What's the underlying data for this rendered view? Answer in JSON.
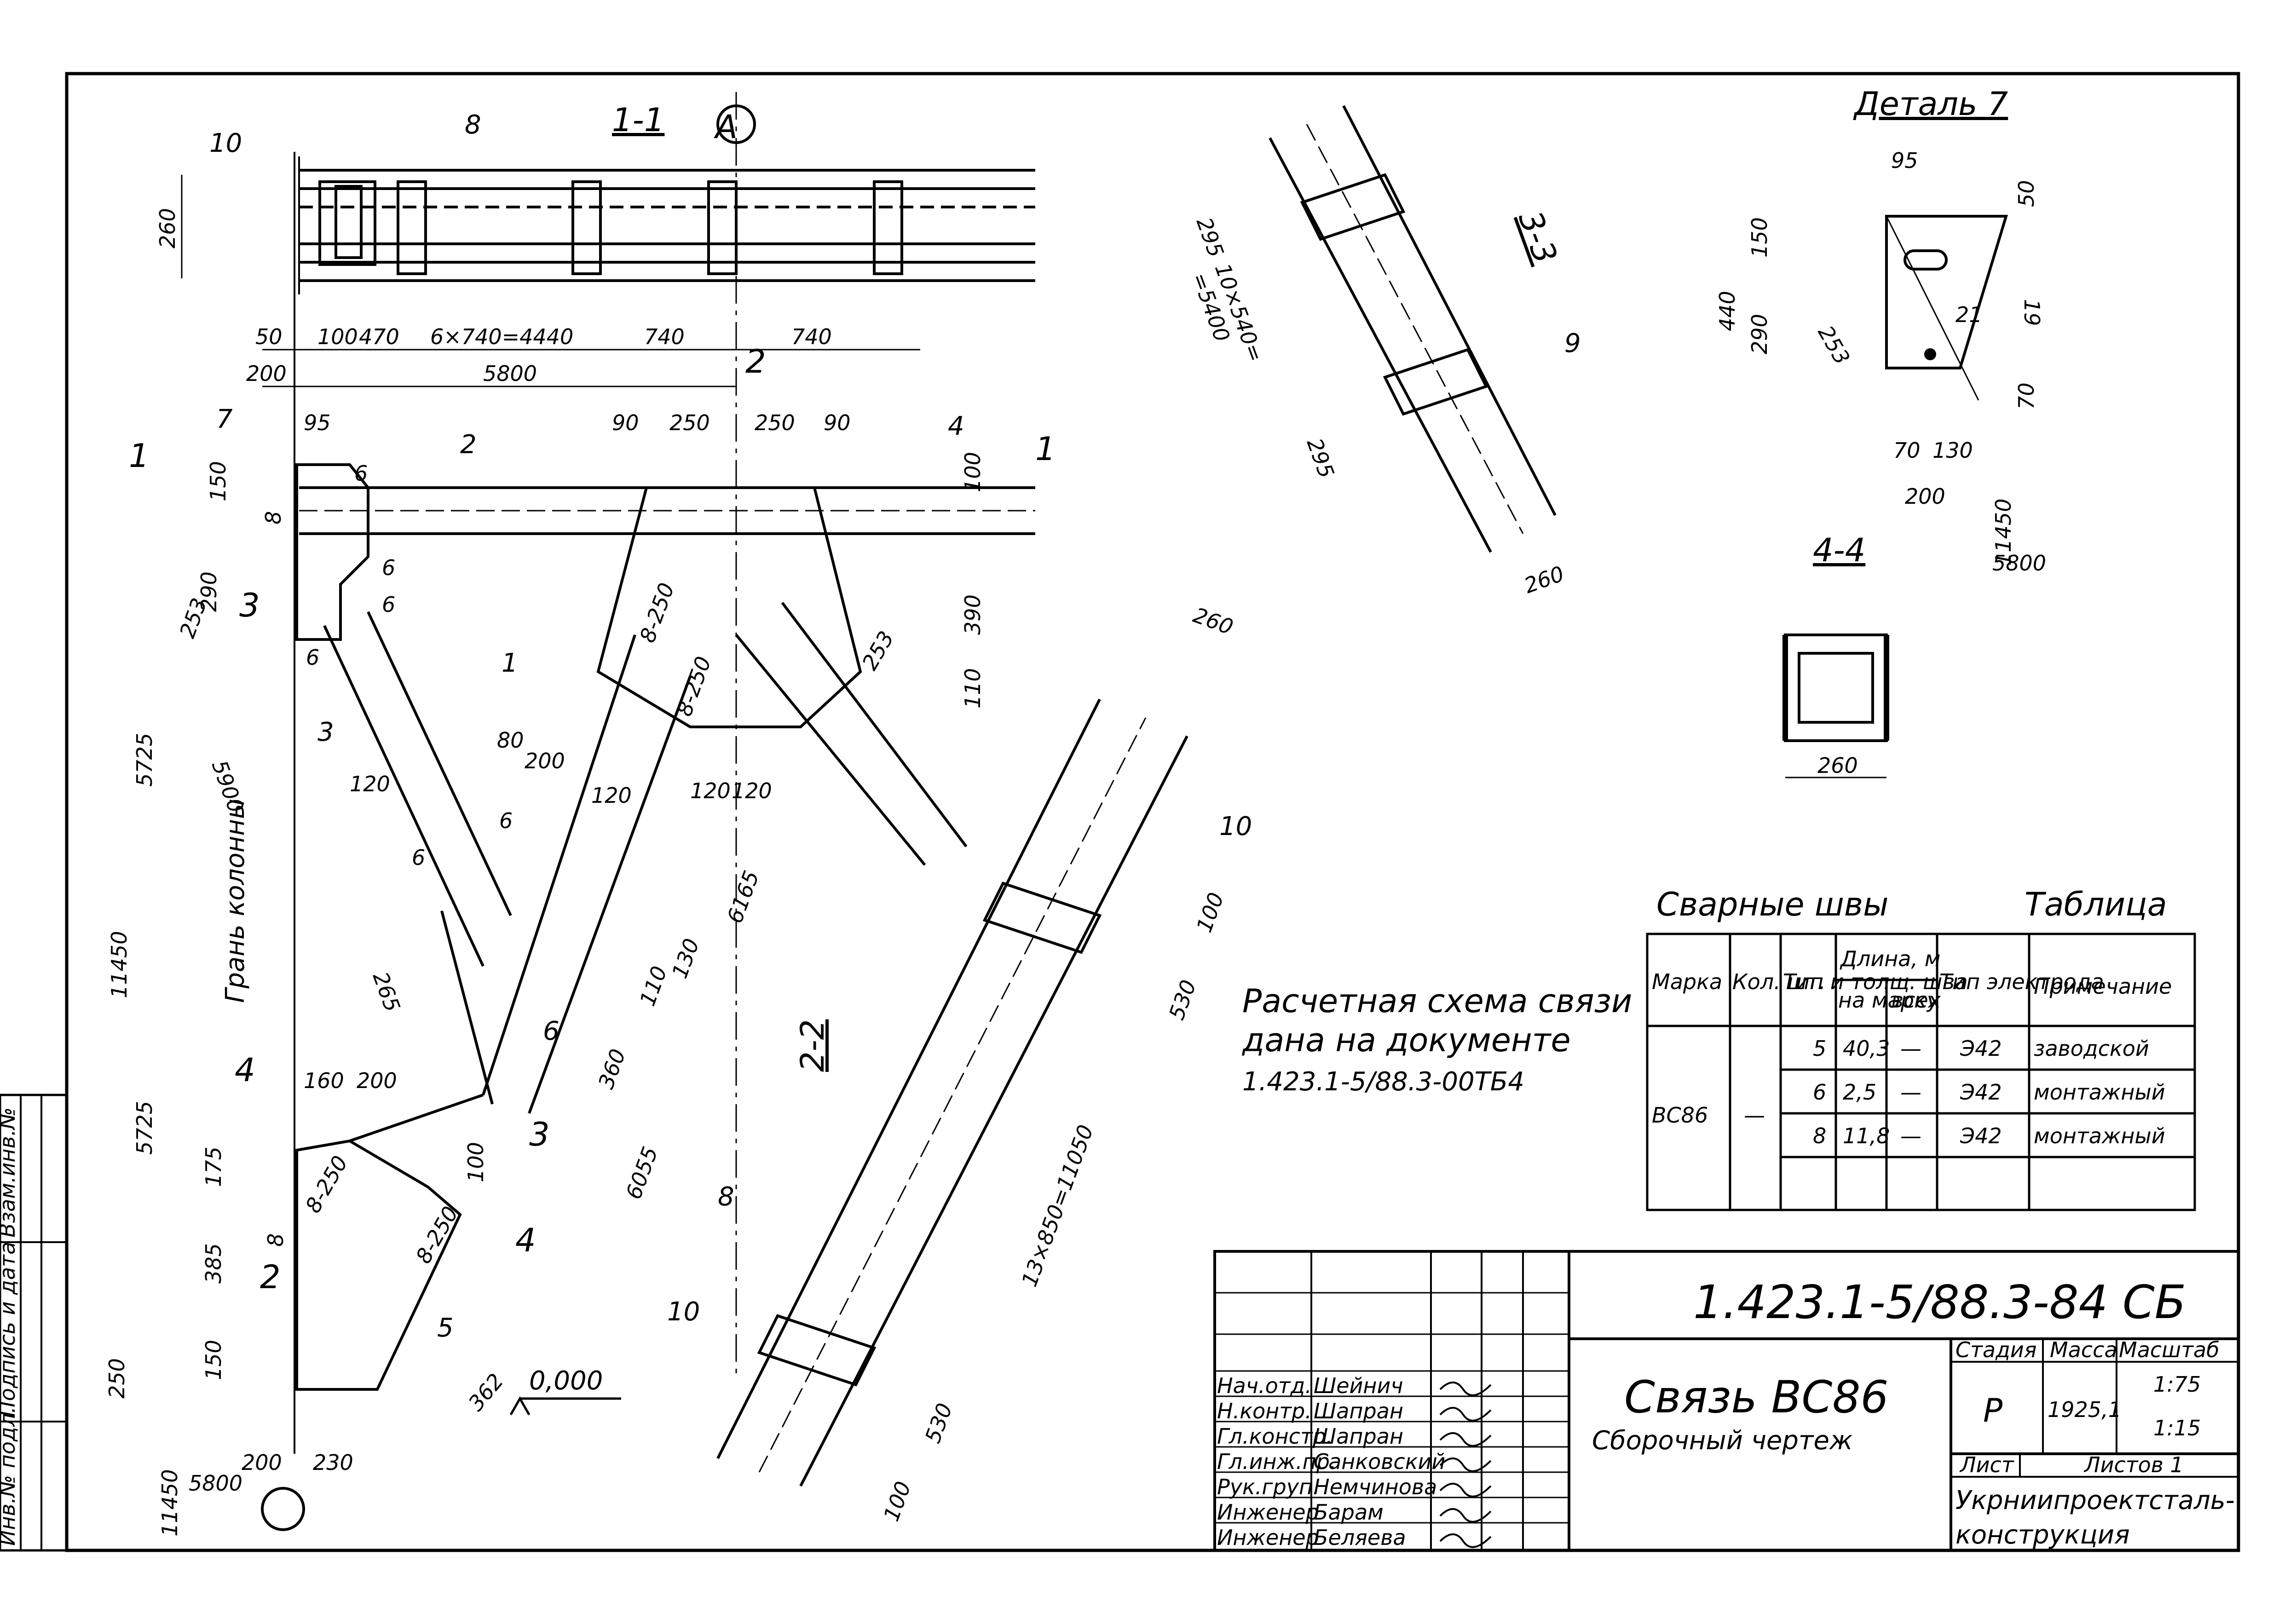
{
  "title_block": {
    "designation": "1.423.1-5/88.3-84 СБ",
    "name": "Связь ВС86",
    "subtitle": "Сборочный чертеж",
    "stage_header": "Стадия",
    "mass_header": "Масса",
    "scale_header": "Масштаб",
    "stage": "Р",
    "mass": "1925,1",
    "scale1": "1:75",
    "scale2": "1:15",
    "sheet_label": "Лист",
    "sheets_label": "Листов 1",
    "organization_line1": "Укрниипроектсталь-",
    "organization_line2": "конструкция",
    "staff": [
      {
        "role": "Нач.отд.",
        "name": "Шейнич"
      },
      {
        "role": "Н.контр.",
        "name": "Шапран"
      },
      {
        "role": "Гл.констр.",
        "name": "Шапран"
      },
      {
        "role": "Гл.инж.пр.",
        "name": "Санковский"
      },
      {
        "role": "Рук.груп.",
        "name": "Немчинова"
      },
      {
        "role": "Инженер",
        "name": "Барам"
      },
      {
        "role": "Инженер",
        "name": "Беляева"
      }
    ]
  },
  "side_stamp": [
    "Инв.№ подл.",
    "Подпись и дата",
    "Взам.инв.№"
  ],
  "note": {
    "line1": "Расчетная схема связи",
    "line2": "дана на документе",
    "line3": "1.423.1-5/88.3-00ТБ4"
  },
  "weld_table": {
    "title": "Сварные швы",
    "caption": "Таблица",
    "headers": {
      "mark": "Марка",
      "qty": "Кол. шт.",
      "type": "Тип и толщ. шва",
      "length": "Длина, м",
      "per_mark": "на марку",
      "total": "всех",
      "electrode": "Тип электрода",
      "note": "Примечание"
    },
    "mark": "ВС86",
    "qty": "—",
    "rows": [
      {
        "type": "5",
        "per_mark": "40,3",
        "total": "—",
        "electrode": "Э42",
        "note": "заводской"
      },
      {
        "type": "6",
        "per_mark": "2,5",
        "total": "—",
        "electrode": "Э42",
        "note": "монтажный"
      },
      {
        "type": "8",
        "per_mark": "11,8",
        "total": "—",
        "electrode": "Э42",
        "note": "монтажный"
      }
    ]
  },
  "views": {
    "section_1_1": "1-1",
    "axis": "А",
    "section_2_2": "2-2",
    "section_3_3": "3-3",
    "section_4_4": "4-4",
    "detail_7": "Деталь 7",
    "column_face": "Грань колонны",
    "level": "0,000"
  },
  "dims_top": {
    "h260": "260",
    "d50": "50",
    "d100": "100",
    "d470": "470",
    "d6x740": "6×740=4440",
    "d740a": "740",
    "d740b": "740",
    "d200": "200",
    "d5800": "5800"
  },
  "dims_main": {
    "d95": "95",
    "d90a": "90",
    "d250a": "250",
    "d250b": "250",
    "d90b": "90",
    "d100r": "100",
    "d150": "150",
    "d290": "290",
    "d253": "253",
    "d5725a": "5725",
    "d11450": "11450",
    "d5725b": "5725",
    "d5900": "5900",
    "d390": "390",
    "d110r": "110",
    "d253r": "253",
    "d120a": "120",
    "d120b": "120",
    "d80": "80",
    "d200m": "200",
    "d120m": "120",
    "d120n": "120",
    "d6165": "6165",
    "d265": "265",
    "d130": "130",
    "d110m": "110",
    "d360": "360",
    "d6055": "6055",
    "d160": "160",
    "d200b": "200",
    "d175": "175",
    "d100b": "100",
    "d385": "385",
    "d150b": "150",
    "d250": "250",
    "d362": "362",
    "d200c": "200",
    "d230": "230",
    "d5800b": "5800",
    "d11450b": "11450",
    "w8250a": "8-250",
    "w8250b": "8-250",
    "w8250c": "8-250",
    "w8250d": "8-250",
    "w6a": "6",
    "w6b": "6",
    "w6c": "6",
    "w6d": "6",
    "w6e": "6",
    "w6f": "6",
    "w8a": "8",
    "w8b": "8"
  },
  "dims_3_3": {
    "d295a": "295",
    "d10x540": "10×540=",
    "d5400": "=5400",
    "d295b": "295",
    "d260": "260"
  },
  "dims_2_2": {
    "d260": "260",
    "d100a": "100",
    "d530a": "530",
    "d13x850": "13×850=11050",
    "d530b": "530",
    "d100b": "100"
  },
  "dims_detail": {
    "d95": "95",
    "d50": "50",
    "d150": "150",
    "d19": "19",
    "d440": "440",
    "d290": "290",
    "d21": "21",
    "d253": "253",
    "d70a": "70",
    "d70b": "70",
    "d130": "130",
    "d200": "200",
    "d11450": "11450",
    "d5800": "5800"
  },
  "dims_4_4": {
    "d260": "260"
  },
  "part_marks": {
    "p1": "1",
    "p2": "2",
    "p3": "3",
    "p4": "4",
    "p5": "5",
    "p6": "6",
    "p7": "7",
    "p8": "8",
    "p8b": "8",
    "p9": "9",
    "p10": "10",
    "p10b": "10",
    "p10c": "10"
  }
}
